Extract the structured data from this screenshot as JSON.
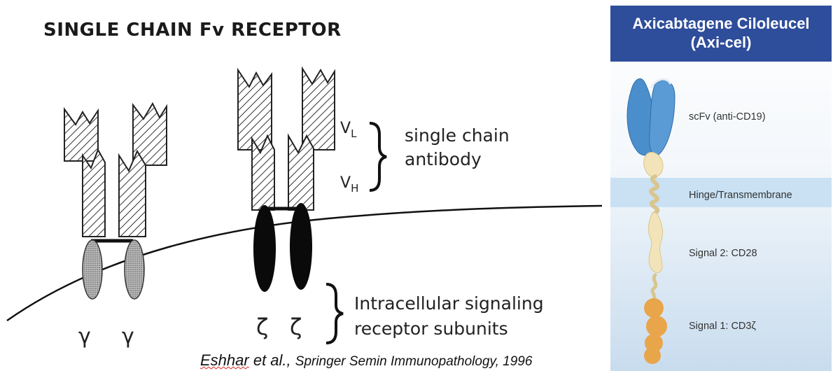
{
  "left": {
    "title": "SINGLE CHAIN Fv RECEPTOR",
    "vl_label": "V",
    "vl_sub": "L",
    "vh_label": "V",
    "vh_sub": "H",
    "antibody_label_line1": "single chain",
    "antibody_label_line2": "antibody",
    "signaling_label_line1": "Intracellular signaling",
    "signaling_label_line2": "receptor subunits",
    "gamma": "γ",
    "zeta": "ζ"
  },
  "citation": {
    "author": "Eshhar",
    "etal": " et al., ",
    "journal": "Springer Semin Immunopathology, 1996"
  },
  "right": {
    "header_line1": "Axicabtagene Ciloleucel",
    "header_line2": "(Axi-cel)",
    "scfv": "scFv (anti-CD19)",
    "hinge": "Hinge/Transmembrane",
    "signal2": "Signal 2: CD28",
    "signal1": "Signal 1: CD3ζ",
    "colors": {
      "header": "#2e4d9a",
      "scfv": "#4a8fcc",
      "hinge": "#f2e3b8",
      "cd3z": "#e8a54a",
      "membrane": "#c9e1f3"
    }
  }
}
